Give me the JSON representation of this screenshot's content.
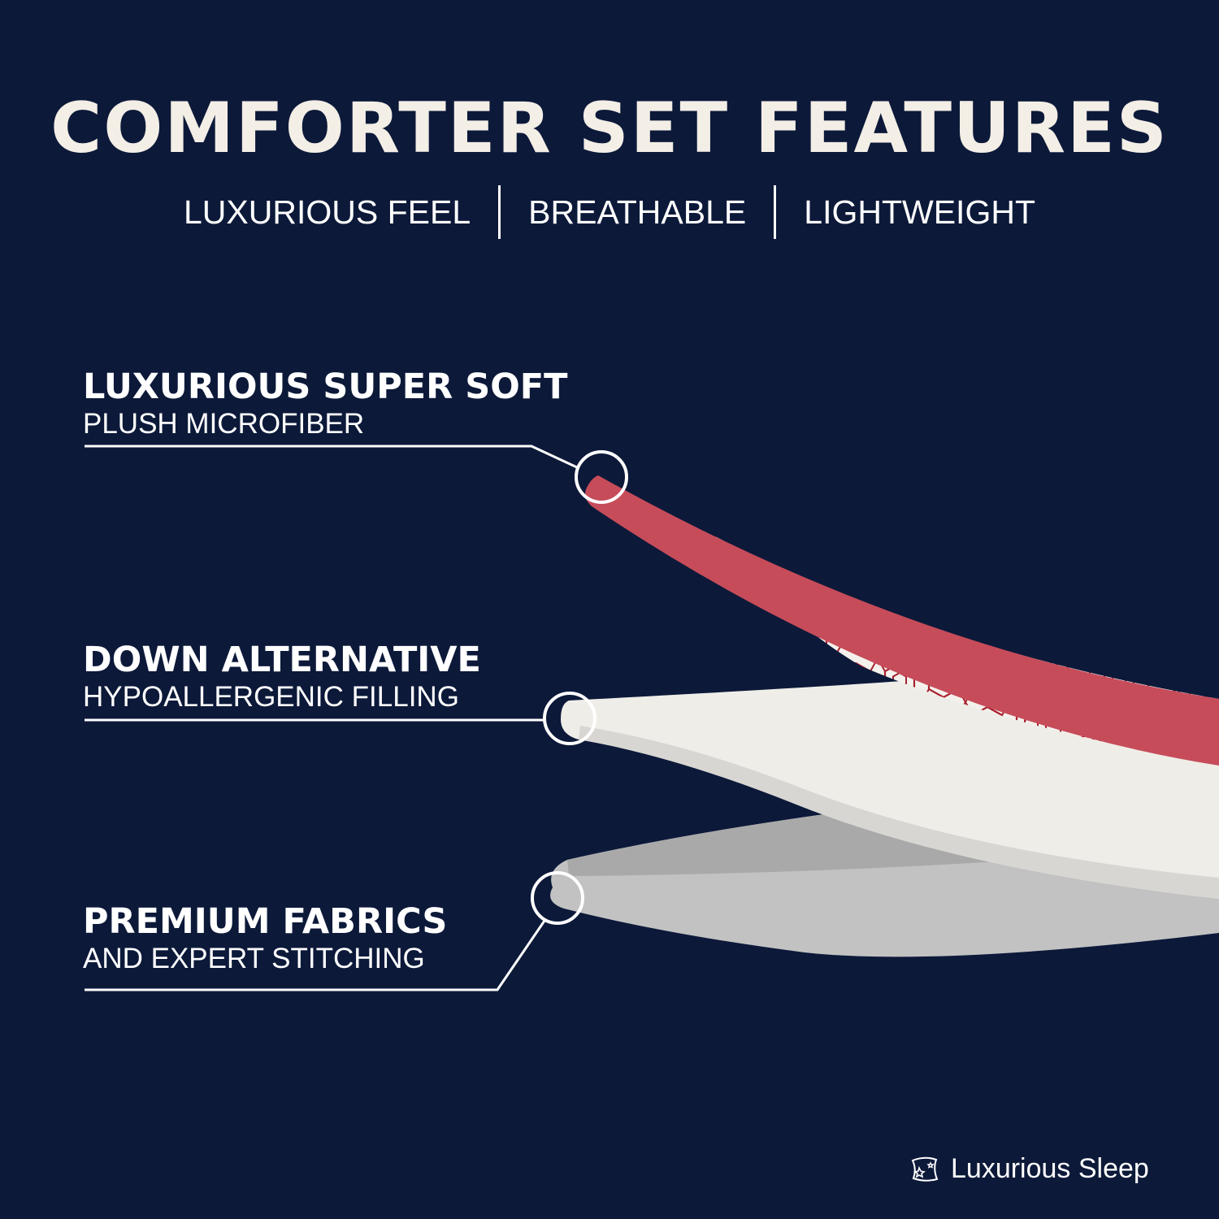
{
  "colors": {
    "background": "#0c1939",
    "text": "#f3eee6",
    "label_text": "#ffffff",
    "cover_red": "#c64c5a",
    "pattern_red": "#a8202e",
    "filling_white": "#efede8",
    "base_gray": "#c2c2c2"
  },
  "header": {
    "title": "COMFORTER SET FEATURES",
    "features": [
      "LUXURIOUS FEEL",
      "BREATHABLE",
      "LIGHTWEIGHT"
    ]
  },
  "layers": [
    {
      "title": "LUXURIOUS SUPER SOFT",
      "subtitle": "PLUSH MICROFIBER"
    },
    {
      "title": "DOWN ALTERNATIVE",
      "subtitle": "HYPOALLERGENIC FILLING"
    },
    {
      "title": "PREMIUM FABRICS",
      "subtitle": "AND EXPERT STITCHING"
    }
  ],
  "brand": {
    "name": "Luxurious Sleep",
    "icon": "pillow-stars-icon"
  }
}
